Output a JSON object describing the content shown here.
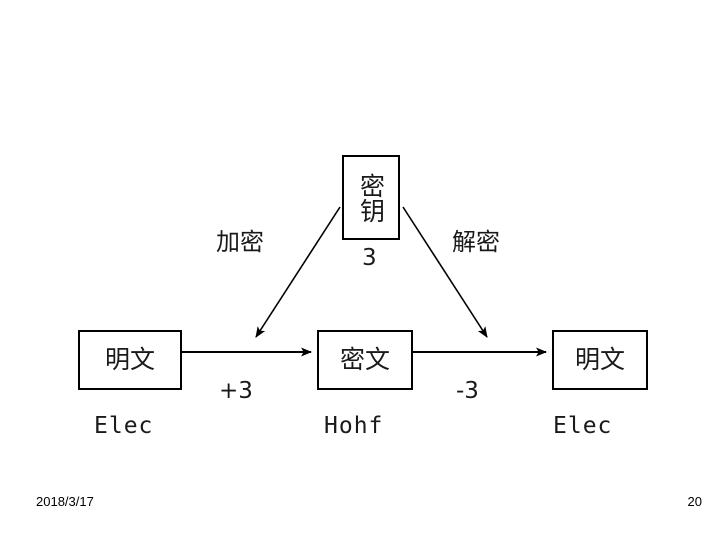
{
  "slide": {
    "background_color": "#ffffff",
    "line_color": "#000000",
    "text_color": "#1a1a1a"
  },
  "diagram": {
    "type": "caesar-cipher-flow",
    "key_box": {
      "label": "密钥",
      "value": "3"
    },
    "nodes": [
      {
        "id": "plaintext-left",
        "label": "明文",
        "code": "Elec"
      },
      {
        "id": "ciphertext",
        "label": "密文",
        "code": "Hohf"
      },
      {
        "id": "plaintext-right",
        "label": "明文",
        "code": "Elec"
      }
    ],
    "edges": [
      {
        "id": "encrypt-flow",
        "from": "plaintext-left",
        "to": "ciphertext",
        "label": "+3"
      },
      {
        "id": "decrypt-flow",
        "from": "ciphertext",
        "to": "plaintext-right",
        "label": "-3"
      },
      {
        "id": "key-to-encrypt",
        "from": "key-box",
        "to": "encrypt-flow",
        "label": "加密"
      },
      {
        "id": "key-to-decrypt",
        "from": "key-box",
        "to": "decrypt-flow",
        "label": "解密"
      }
    ]
  },
  "footer": {
    "date": "2018/3/17",
    "page_number": "20"
  }
}
